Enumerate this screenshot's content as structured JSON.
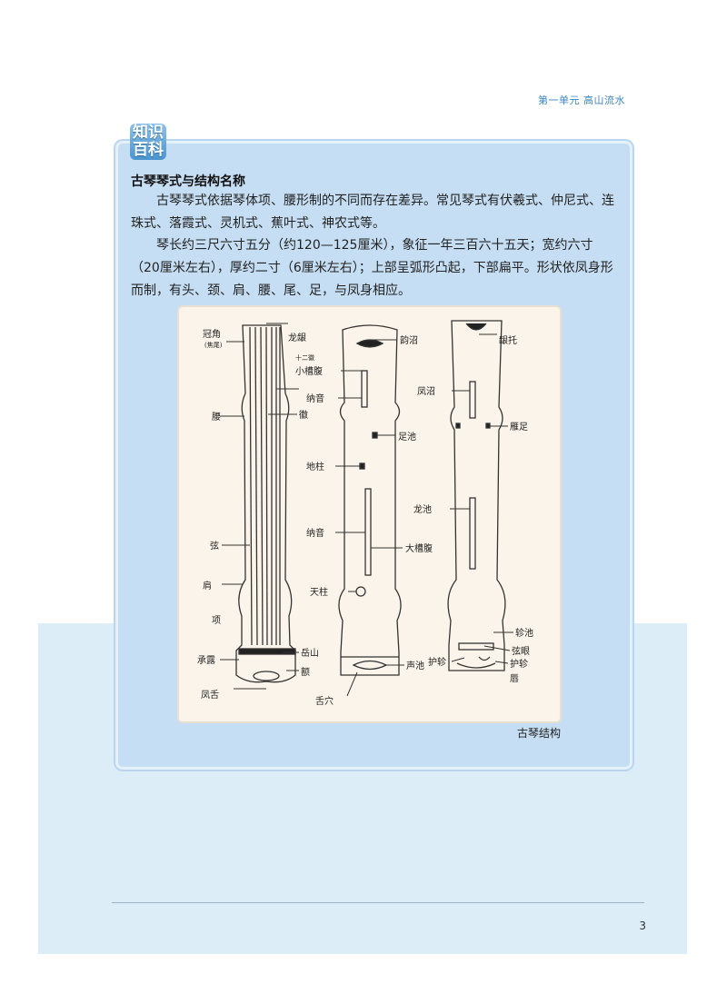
{
  "header": {
    "unit_title": "第一单元  高山流水"
  },
  "badge": {
    "line1": "知识",
    "line2": "百科"
  },
  "article": {
    "title": "古琴琴式与结构名称",
    "paragraphs": [
      "古琴琴式依据琴体项、腰形制的不同而存在差异。常见琴式有伏羲式、仲尼式、连珠式、落霞式、灵机式、蕉叶式、神农式等。",
      "琴长约三尺六寸五分（约120—125厘米），象征一年三百六十五天；宽约六寸（20厘米左右），厚约二寸（6厘米左右）；上部呈弧形凸起，下部扁平。形状依凤身形而制，有头、颈、肩、腰、尾、足，与凤身相应。"
    ]
  },
  "figure": {
    "caption": "古琴结构",
    "labels": {
      "guanjiao": "冠角",
      "guanjiao_sub": "(焦尾)",
      "longyin": "龙龈",
      "shierhui": "十二徽",
      "yao": "腰",
      "hui": "徽",
      "xian": "弦",
      "jian": "肩",
      "xiang": "项",
      "chengzhen": "承露",
      "yueshan": "岳山",
      "e": "额",
      "fengshe": "凤舌",
      "yunzhao": "韵沼",
      "xiaocaofu": "小槽腹",
      "nayin_top": "纳音",
      "zuchi": "足池",
      "dizhu": "地柱",
      "nayin_mid": "纳音",
      "dacaofu": "大槽腹",
      "tianzhu": "天柱",
      "shengchi": "声池",
      "sheshe": "舌穴",
      "yingtuo": "龈托",
      "fengzhao": "凤沼",
      "yanzu": "雁足",
      "longchi": "龙池",
      "zhenchi": "轸池",
      "xianyan": "弦眼",
      "huzhen_left": "护轸",
      "huzhen_right": "护轸",
      "chun": "唇"
    }
  },
  "footer": {
    "page_number": "3"
  }
}
